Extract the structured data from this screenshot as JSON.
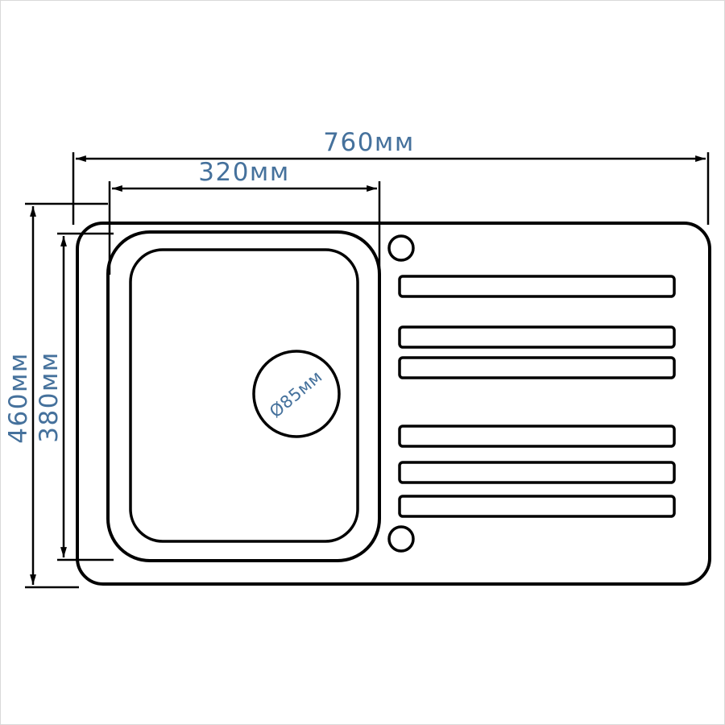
{
  "diagram": {
    "labels": {
      "overall_width": "760мм",
      "bowl_width": "320мм",
      "overall_height": "460мм",
      "bowl_height": "380мм",
      "drain_diameter": "Ø85мм"
    },
    "colors": {
      "line": "#000000",
      "dimension_text": "#45719c",
      "background": "#ffffff",
      "frame": "#d9d9d9"
    }
  }
}
